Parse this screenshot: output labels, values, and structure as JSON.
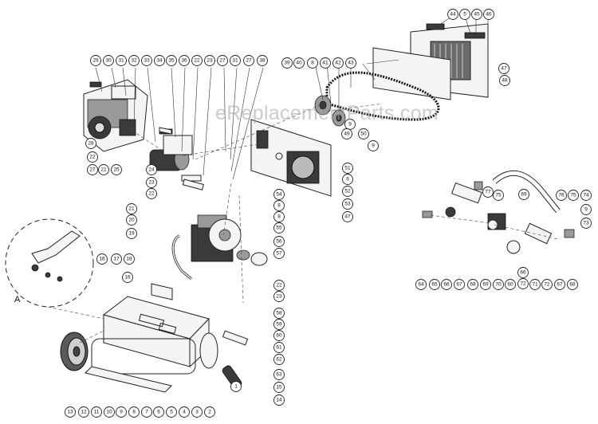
{
  "watermark": "eReplacementParts.com",
  "detail_label": "A",
  "callouts_main": [
    "29",
    "30",
    "31",
    "32",
    "33",
    "34",
    "35",
    "36",
    "22",
    "23",
    "27",
    "31",
    "27",
    "38",
    "39",
    "40",
    "8",
    "41",
    "42",
    "43",
    "44",
    "5",
    "45",
    "46",
    "47",
    "48",
    "28",
    "22",
    "27",
    "21",
    "25",
    "24",
    "23",
    "22",
    "9",
    "50",
    "49",
    "9",
    "51",
    "6",
    "52",
    "53",
    "47",
    "54",
    "8",
    "8",
    "21",
    "20",
    "19",
    "55",
    "56",
    "57",
    "22",
    "23",
    "58",
    "59",
    "60",
    "61",
    "62",
    "63",
    "15",
    "16",
    "17",
    "18",
    "16",
    "14",
    "13",
    "12",
    "11",
    "10",
    "9",
    "8",
    "7",
    "6",
    "5",
    "4",
    "3",
    "2",
    "1"
  ],
  "callouts_right": [
    "77",
    "75",
    "69",
    "76",
    "75",
    "74",
    "9",
    "73",
    "72",
    "64",
    "65",
    "66",
    "67",
    "68",
    "69",
    "70",
    "60",
    "66",
    "71",
    "72",
    "67",
    "68"
  ]
}
